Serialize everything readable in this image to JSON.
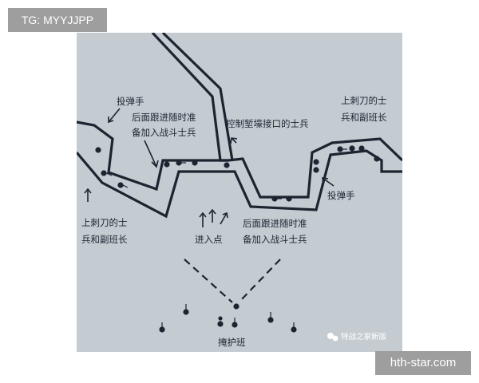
{
  "top_tag": "TG: MYYJJPP",
  "bottom_tag": "hth-star.com",
  "watermark": "特战之家新版",
  "labels": {
    "grenadier_top": "投弹手",
    "follow_top_1": "后面跟进随时准",
    "follow_top_2": "备加入战斗士兵",
    "control": "控制堑壕接口的士兵",
    "bayonet_right_1": "上刺刀的士",
    "bayonet_right_2": "兵和副班长",
    "bayonet_left_1": "上刺刀的士",
    "bayonet_left_2": "兵和副班长",
    "entry": "进入点",
    "follow_bottom_1": "后面跟进随时准",
    "follow_bottom_2": "备加入战斗士兵",
    "grenadier_right": "投弹手",
    "cover": "掩护班"
  },
  "colors": {
    "paper": "#c4ccd2",
    "ink": "#1c2430",
    "tag": "#9e9e9e"
  }
}
